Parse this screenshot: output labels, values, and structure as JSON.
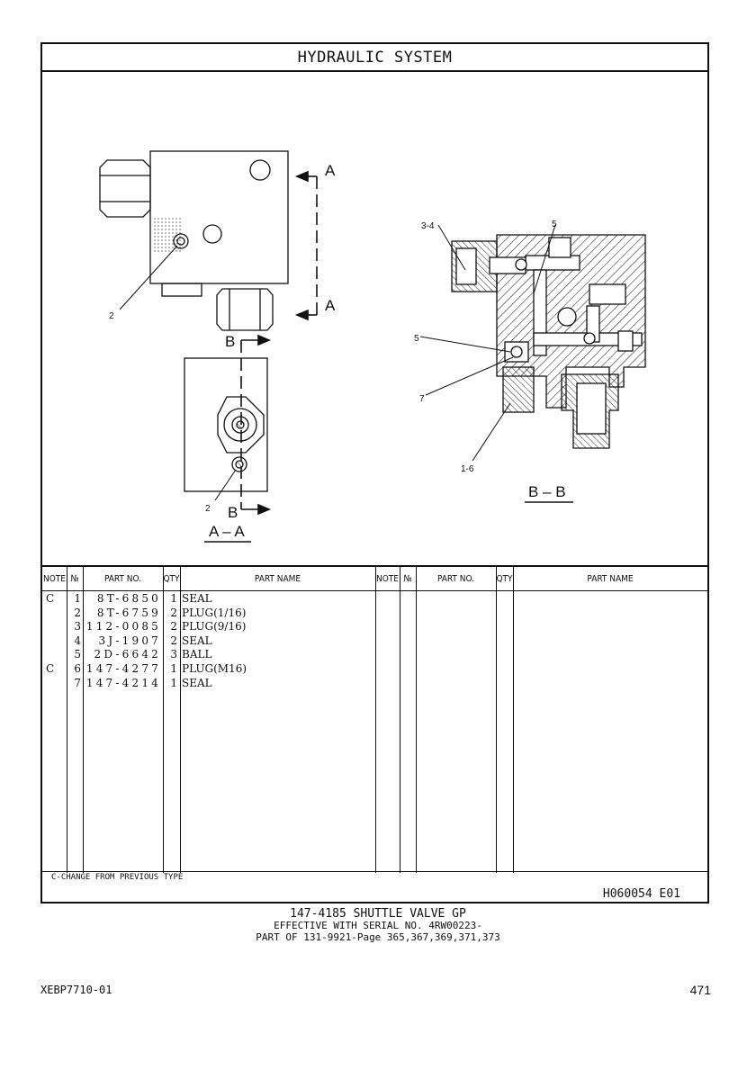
{
  "header": {
    "title": "HYDRAULIC SYSTEM"
  },
  "drawing": {
    "labels": {
      "section_a_top": "A",
      "section_a_bottom": "A",
      "section_b_top": "B",
      "section_b_bottom": "B",
      "callout_2_front": "2",
      "callout_2_view": "2",
      "view_aa": "A – A",
      "view_bb": "B – B",
      "callout_3_4": "3-4",
      "callout_5_top": "5",
      "callout_5_left": "5",
      "callout_7": "7",
      "callout_1_6": "1-6"
    }
  },
  "table": {
    "headers": {
      "note": "NOTE",
      "no": "№",
      "part_no": "PART NO.",
      "qty": "QTY",
      "part_name": "PART NAME"
    },
    "rows": [
      {
        "note": "C",
        "no": "1",
        "part_no": "8T-6850",
        "qty": "1",
        "name": "SEAL"
      },
      {
        "note": "",
        "no": "2",
        "part_no": "8T-6759",
        "qty": "2",
        "name": "PLUG(1/16)"
      },
      {
        "note": "",
        "no": "3",
        "part_no": "112-0085",
        "qty": "2",
        "name": "PLUG(9/16)"
      },
      {
        "note": "",
        "no": "4",
        "part_no": "3J-1907",
        "qty": "2",
        "name": "SEAL"
      },
      {
        "note": "",
        "no": "5",
        "part_no": "2D-6642",
        "qty": "3",
        "name": "BALL"
      },
      {
        "note": "C",
        "no": "6",
        "part_no": "147-4277",
        "qty": "1",
        "name": "PLUG(M16)"
      },
      {
        "note": "",
        "no": "7",
        "part_no": "147-4214",
        "qty": "1",
        "name": "SEAL"
      }
    ],
    "footnote": "C-CHANGE FROM PREVIOUS TYPE",
    "figure_id": "H060054 E01"
  },
  "caption": {
    "line1": "147-4185 SHUTTLE VALVE GP",
    "line2": "EFFECTIVE WITH SERIAL NO. 4RW00223-",
    "line3": "PART OF 131-9921-Page 365,367,369,371,373"
  },
  "footer": {
    "doc_id": "XEBP7710-01",
    "page_number": "471"
  }
}
